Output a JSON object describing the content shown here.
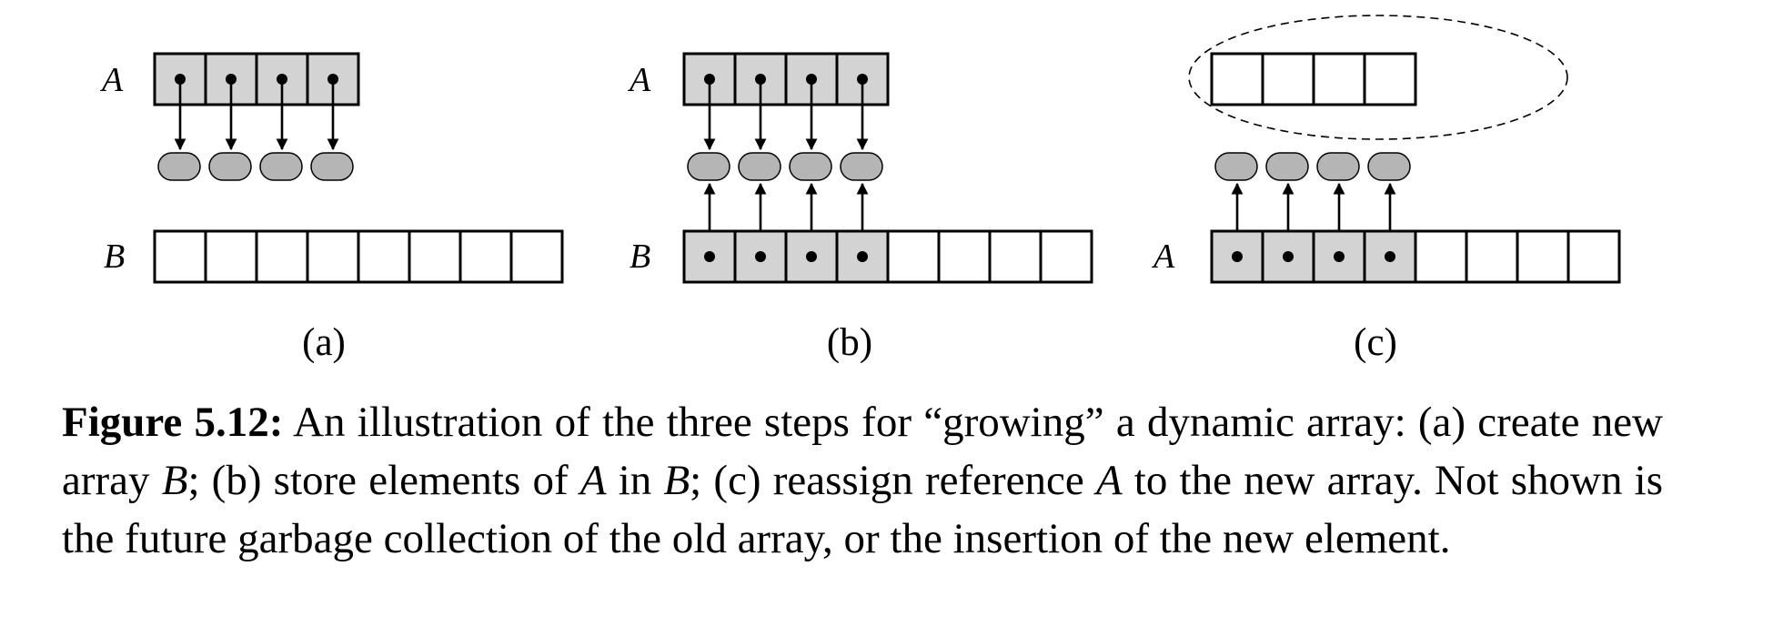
{
  "diagram": {
    "panels": [
      {
        "id": "a",
        "label": "(a)",
        "top_array_name": "A",
        "bottom_array_name": "B",
        "shows_old_array_ellipse": false
      },
      {
        "id": "b",
        "label": "(b)",
        "top_array_name": "A",
        "bottom_array_name": "B",
        "shows_old_array_ellipse": false
      },
      {
        "id": "c",
        "label": "(c)",
        "top_array_name": "",
        "bottom_array_name": "A",
        "shows_old_array_ellipse": true
      }
    ],
    "old_array_cells": 4,
    "new_array_cells": 8,
    "element_count": 4,
    "colors": {
      "cell_fill": "#d3d3d3",
      "element_fill": "#b5b5b5",
      "stroke": "#000000"
    }
  },
  "caption": {
    "figure_label": "Figure 5.12:",
    "parts": [
      " An illustration of the three steps for “growing” a dynamic array: (a) create new array ",
      "B",
      "; (b) store elements of ",
      "A",
      " in ",
      "B",
      "; (c) reassign reference ",
      "A",
      " to the new array. Not shown is the future garbage collection of the old array, or the insertion of the new element."
    ]
  }
}
